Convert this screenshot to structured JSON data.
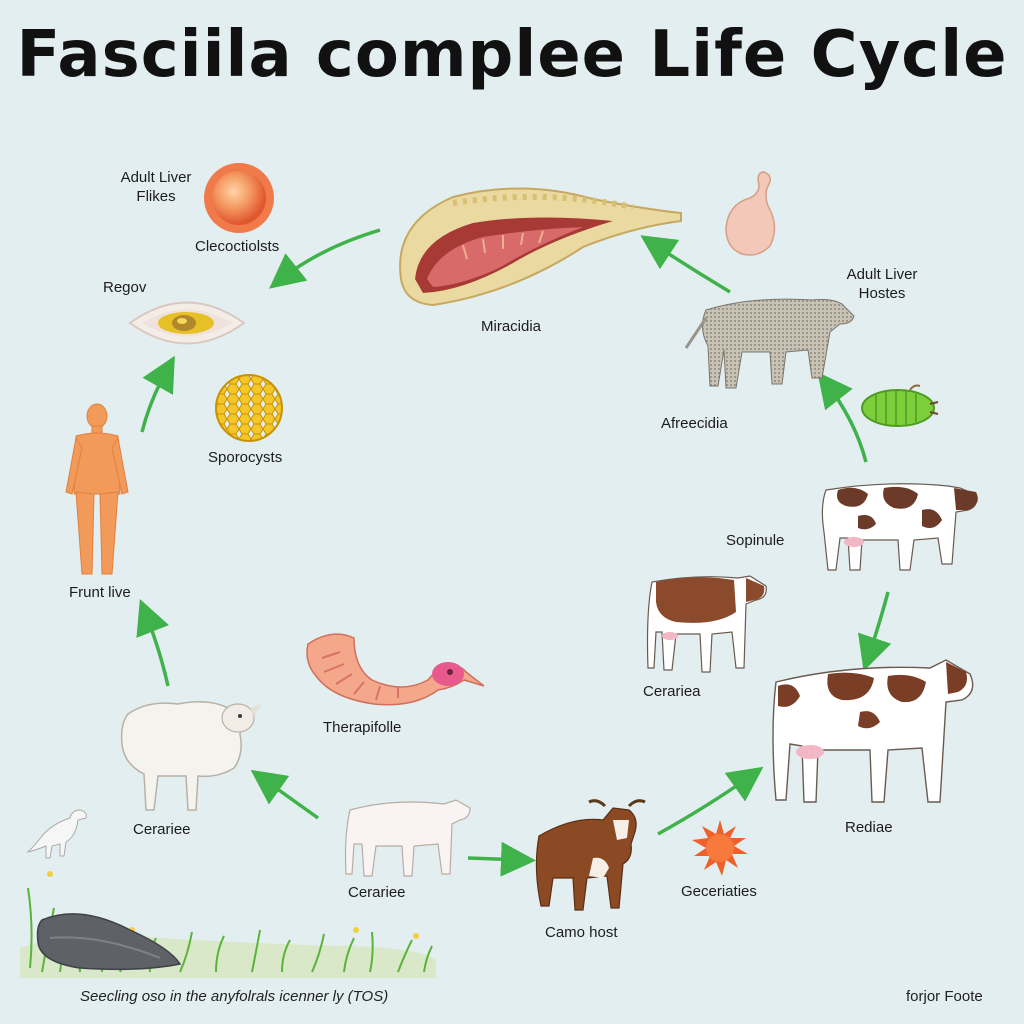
{
  "title": "Fasciila complee Life Cycle",
  "labels": {
    "adult_liver_flikes_1": "Adult Liver",
    "adult_liver_flikes_2": "Flikes",
    "clecoctiolsts": "Clecoctiolsts",
    "regov": "Regov",
    "sporocysts": "Sporocysts",
    "frunt_live": "Frunt live",
    "miracidia": "Miracidia",
    "adult_liver_hostes_1": "Adult Liver",
    "adult_liver_hostes_2": "Hostes",
    "afreecidia": "Afreecidia",
    "sopinule": "Sopinule",
    "cerariea": "Cerariea",
    "therapifolle": "Therapifolle",
    "ceraniee_sheep": "Cerariee",
    "ceraniee_calf": "Cerariee",
    "camo_host": "Camo host",
    "geceriaties": "Geceriaties",
    "rediae": "Rediae"
  },
  "caption": "Seecling oso in the anyfolrals icenner ly (TOS)",
  "footer": "forjor Foote",
  "colors": {
    "background": "#e3eef0",
    "arrow": "#3fb24a",
    "cow_patch": "#6b3a28",
    "human": "#f29a5a",
    "egg": "#f07a4a",
    "sporocyst": "#f2c318",
    "snail": "#7ccf3a"
  },
  "icons": [
    "egg-icon",
    "eye-cyst-icon",
    "sporocyst-icon",
    "human-icon",
    "liver-fluke-icon",
    "liver-icon",
    "goat-icon",
    "snail-icon",
    "cow-icon",
    "sheep-icon",
    "calf-icon",
    "bull-icon",
    "redia-icon",
    "fluke-worm-icon",
    "bird-icon",
    "grass-icon"
  ]
}
